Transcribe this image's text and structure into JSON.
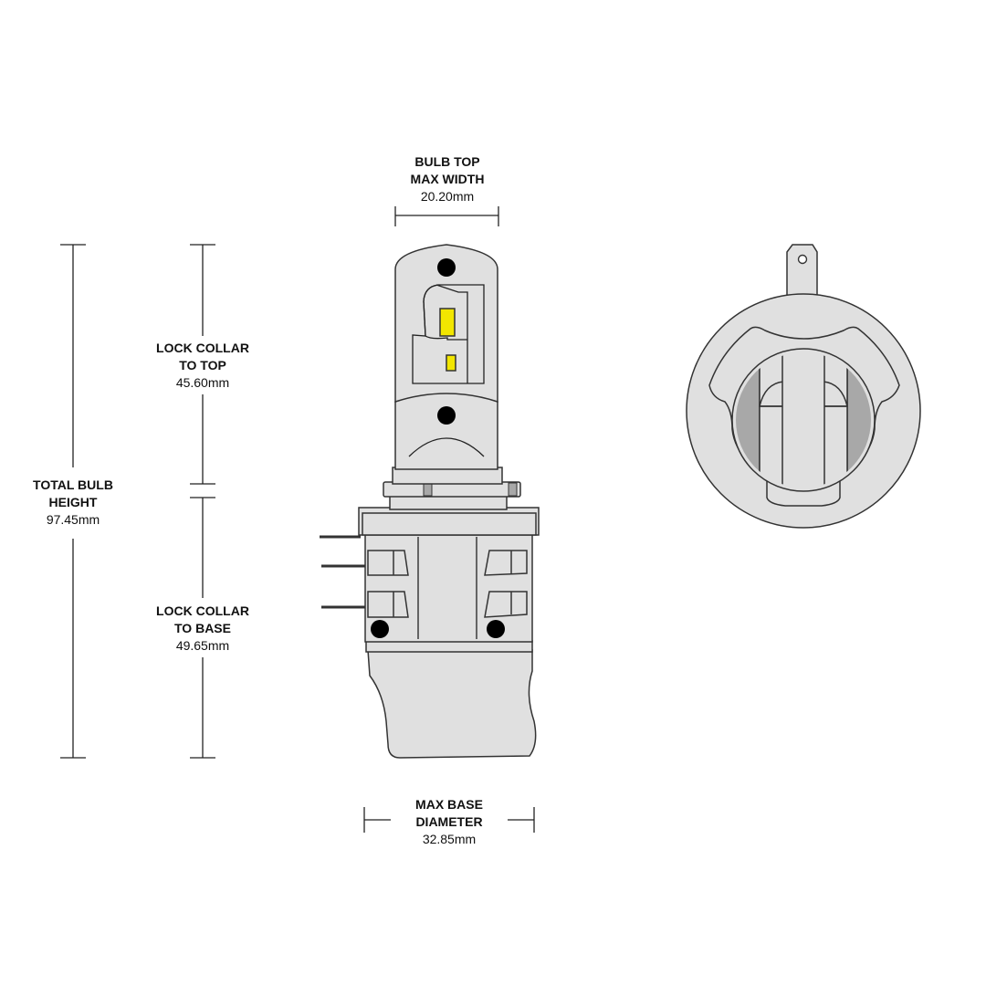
{
  "dimensions": {
    "top_width": {
      "title1": "BULB TOP",
      "title2": "MAX WIDTH",
      "value": "20.20mm"
    },
    "lock_collar_top": {
      "title1": "LOCK COLLAR",
      "title2": "TO TOP",
      "value": "45.60mm"
    },
    "total_height": {
      "title1": "TOTAL BULB",
      "title2": "HEIGHT",
      "value": "97.45mm"
    },
    "lock_collar_base": {
      "title1": "LOCK COLLAR",
      "title2": "TO BASE",
      "value": "49.65mm"
    },
    "base_diameter": {
      "title1": "MAX BASE",
      "title2": "DIAMETER",
      "value": "32.85mm"
    }
  },
  "colors": {
    "body": "#e0e0e0",
    "led": "#f2e600",
    "shade": "#a8a8a8",
    "line": "#333333"
  }
}
